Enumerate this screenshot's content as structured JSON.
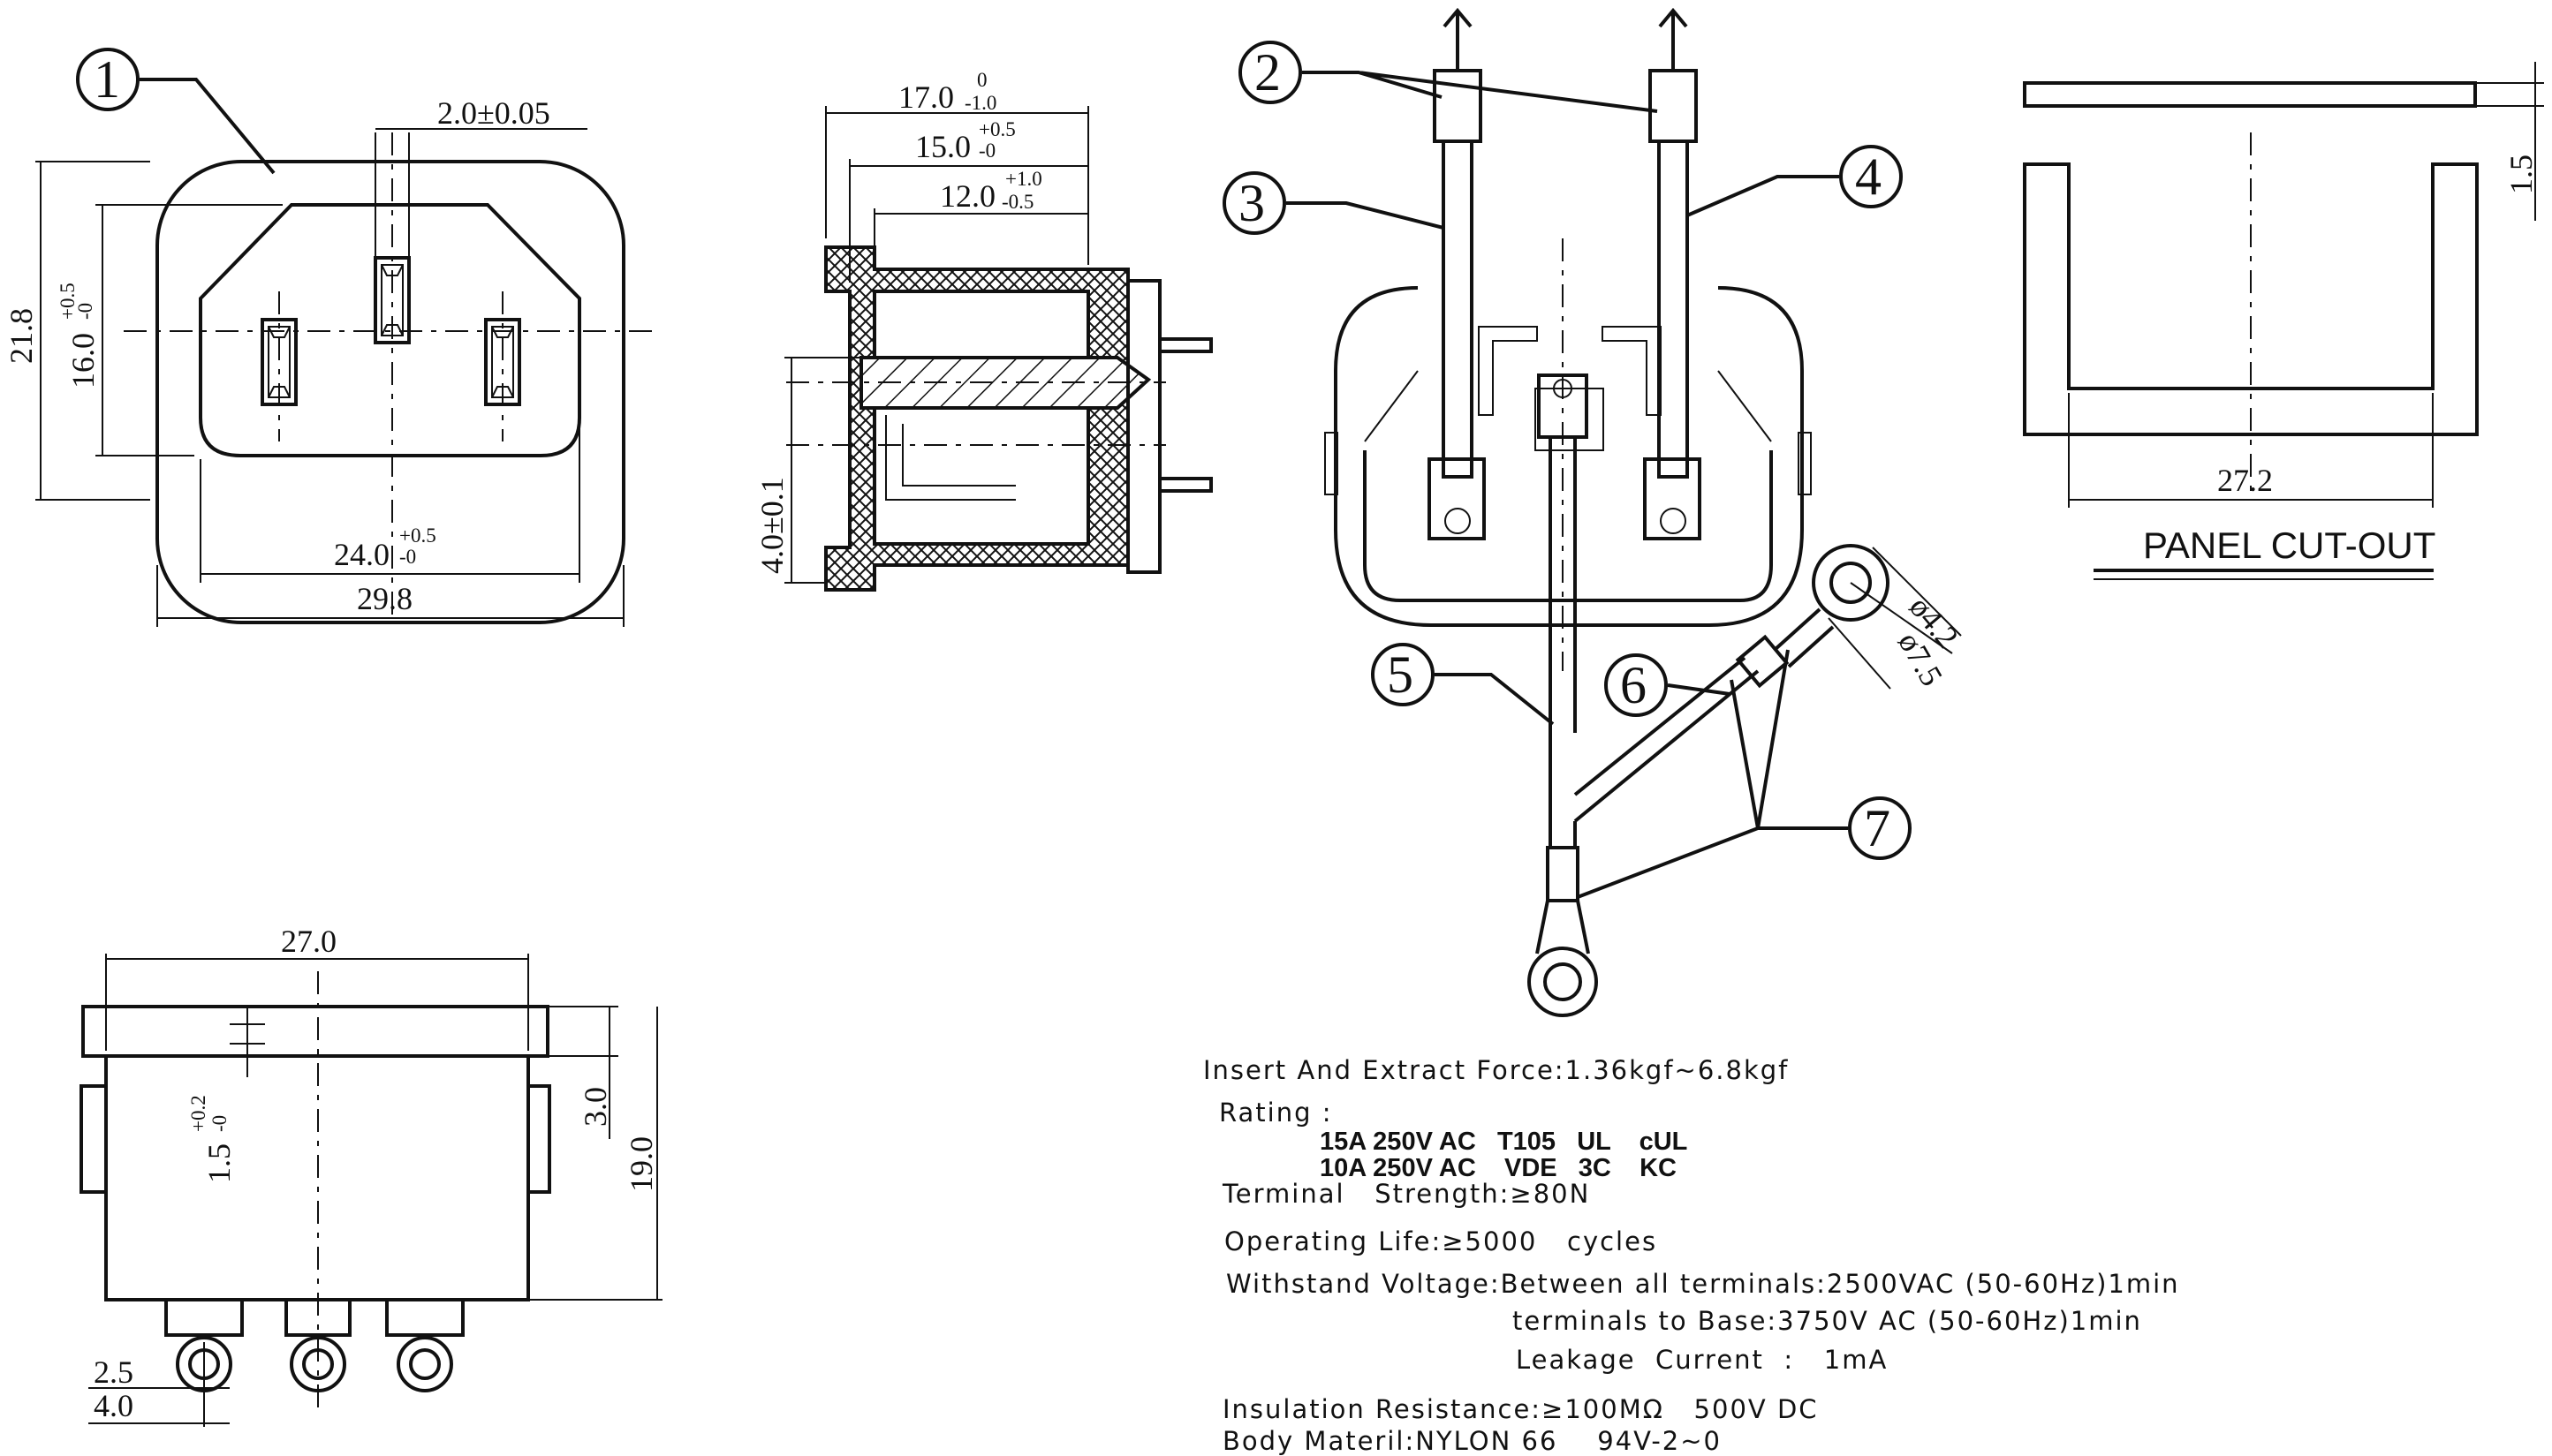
{
  "front_view": {
    "dim_pin_width": "2.0±0.05",
    "dim_height": "21.8",
    "dim_inner_height_base": "16.0",
    "dim_inner_height_tol": "+0.5",
    "dim_inner_height_tol_low": "-0",
    "dim_inner_width_base": "24.0",
    "dim_inner_width_tol": "+0.5",
    "dim_inner_width_tol_low": "-0",
    "dim_width": "29.8"
  },
  "side_view": {
    "dim_a_base": "17.0",
    "dim_a_tol_up": "0",
    "dim_a_tol_low": "-1.0",
    "dim_b_base": "15.0",
    "dim_b_tol_up": "+0.5",
    "dim_b_tol_low": "-0",
    "dim_c_base": "12.0",
    "dim_c_tol_up": "+1.0",
    "dim_c_tol_low": "-0.5",
    "dim_pin_offset": "4.0±0.1"
  },
  "bottom_view": {
    "dim_width": "27.0",
    "dim_flange_base": "1.5",
    "dim_flange_tol_up": "+0.2",
    "dim_flange_tol_low": "-0",
    "dim_flange_total": "3.0",
    "dim_height": "19.0",
    "dim_pin_pitch": "2.5",
    "dim_pin_offset": "4.0"
  },
  "panel": {
    "dim_thickness": "1.5",
    "dim_width": "27.2",
    "title": "PANEL CUT-OUT"
  },
  "wiring": {
    "callouts": [
      "1",
      "2",
      "3",
      "4",
      "5",
      "6",
      "7"
    ],
    "dim_hole": "ø4.2",
    "dim_ring": "ø7.5"
  },
  "specs": {
    "force": "Insert And Extract Force:1.36kgf~6.8kgf",
    "rating_label": "Rating :",
    "rating_line1": "15A 250V AC   T105   UL    cUL",
    "rating_line2": "10A 250V AC    VDE   3C    KC",
    "terminal": "Terminal   Strength:≥80N",
    "life": "Operating Life:≥5000   cycles",
    "withstand": "Withstand Voltage:Between all terminals:2500VAC (50-60Hz)1min",
    "withstand2": "terminals to Base:3750V AC (50-60Hz)1min",
    "leakage": "Leakage  Current  :   1mA",
    "insulation": "Insulation Resistance:≥100MΩ   500V DC",
    "material": "Body Materil:NYLON 66    94V-2~0"
  }
}
